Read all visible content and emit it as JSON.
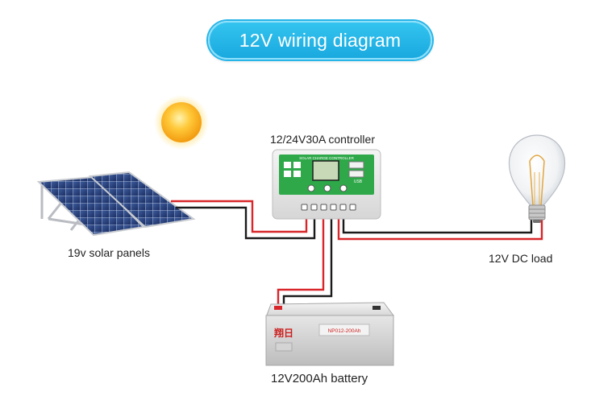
{
  "diagram": {
    "title": "12V wiring diagram",
    "labels": {
      "controller": "12/24V30A controller",
      "solar_panels": "19v solar panels",
      "load": "12V DC load",
      "battery": "12V200Ah battery"
    },
    "controller_face": {
      "header": "SOLAR CHARGE CONTROLLER",
      "usb": "USB"
    },
    "battery_face": {
      "brand": "翔日",
      "model": "NP012-200Ah"
    },
    "colors": {
      "title_pill": "#1fb0e4",
      "wire_positive": "#d8262a",
      "wire_negative": "#1a1a1a",
      "controller_panel": "#2fa84a"
    }
  }
}
